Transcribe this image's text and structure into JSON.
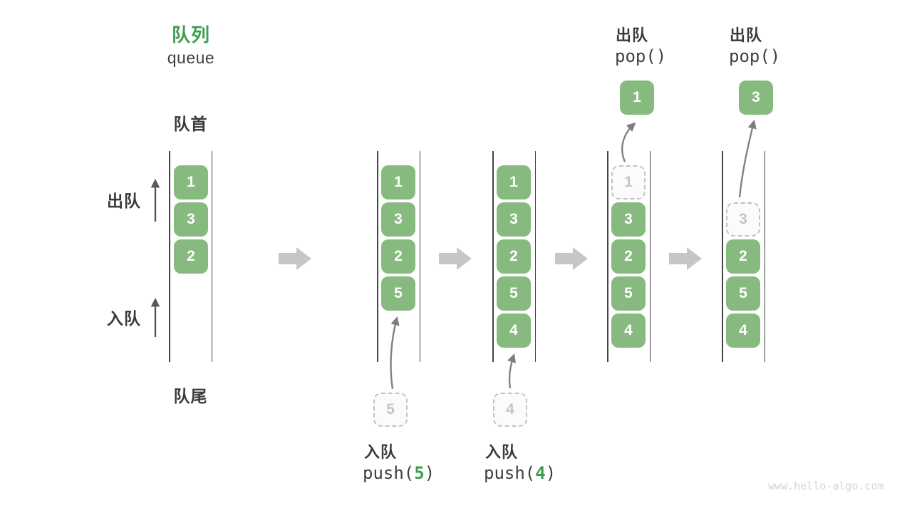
{
  "title": {
    "zh": "队列",
    "en": "queue"
  },
  "labels": {
    "front": "队首",
    "rear": "队尾",
    "dequeue_direction": "出队",
    "enqueue_direction": "入队"
  },
  "operations": {
    "push5": {
      "name": "入队",
      "code_pre": "push(",
      "code_arg": "5",
      "code_post": ")"
    },
    "push4": {
      "name": "入队",
      "code_pre": "push(",
      "code_arg": "4",
      "code_post": ")"
    },
    "pop1": {
      "name": "出队",
      "code": "pop()"
    },
    "pop2": {
      "name": "出队",
      "code": "pop()"
    }
  },
  "states": {
    "s1": {
      "boxes": [
        "1",
        "3",
        "2"
      ]
    },
    "s2": {
      "boxes": [
        "1",
        "3",
        "2",
        "5"
      ],
      "incoming": "5"
    },
    "s3": {
      "boxes": [
        "1",
        "3",
        "2",
        "5",
        "4"
      ],
      "incoming": "4"
    },
    "s4": {
      "ghost": "1",
      "boxes": [
        "3",
        "2",
        "5",
        "4"
      ],
      "popped": "1"
    },
    "s5": {
      "ghost": "3",
      "boxes": [
        "2",
        "5",
        "4"
      ],
      "popped": "3"
    }
  },
  "colors": {
    "box_green": "#86ba7e",
    "accent_green": "#3b9e4c",
    "text_dark": "#3c3c3c",
    "arrow_gray": "#c6c6c6"
  },
  "watermark": "www.hello-algo.com"
}
